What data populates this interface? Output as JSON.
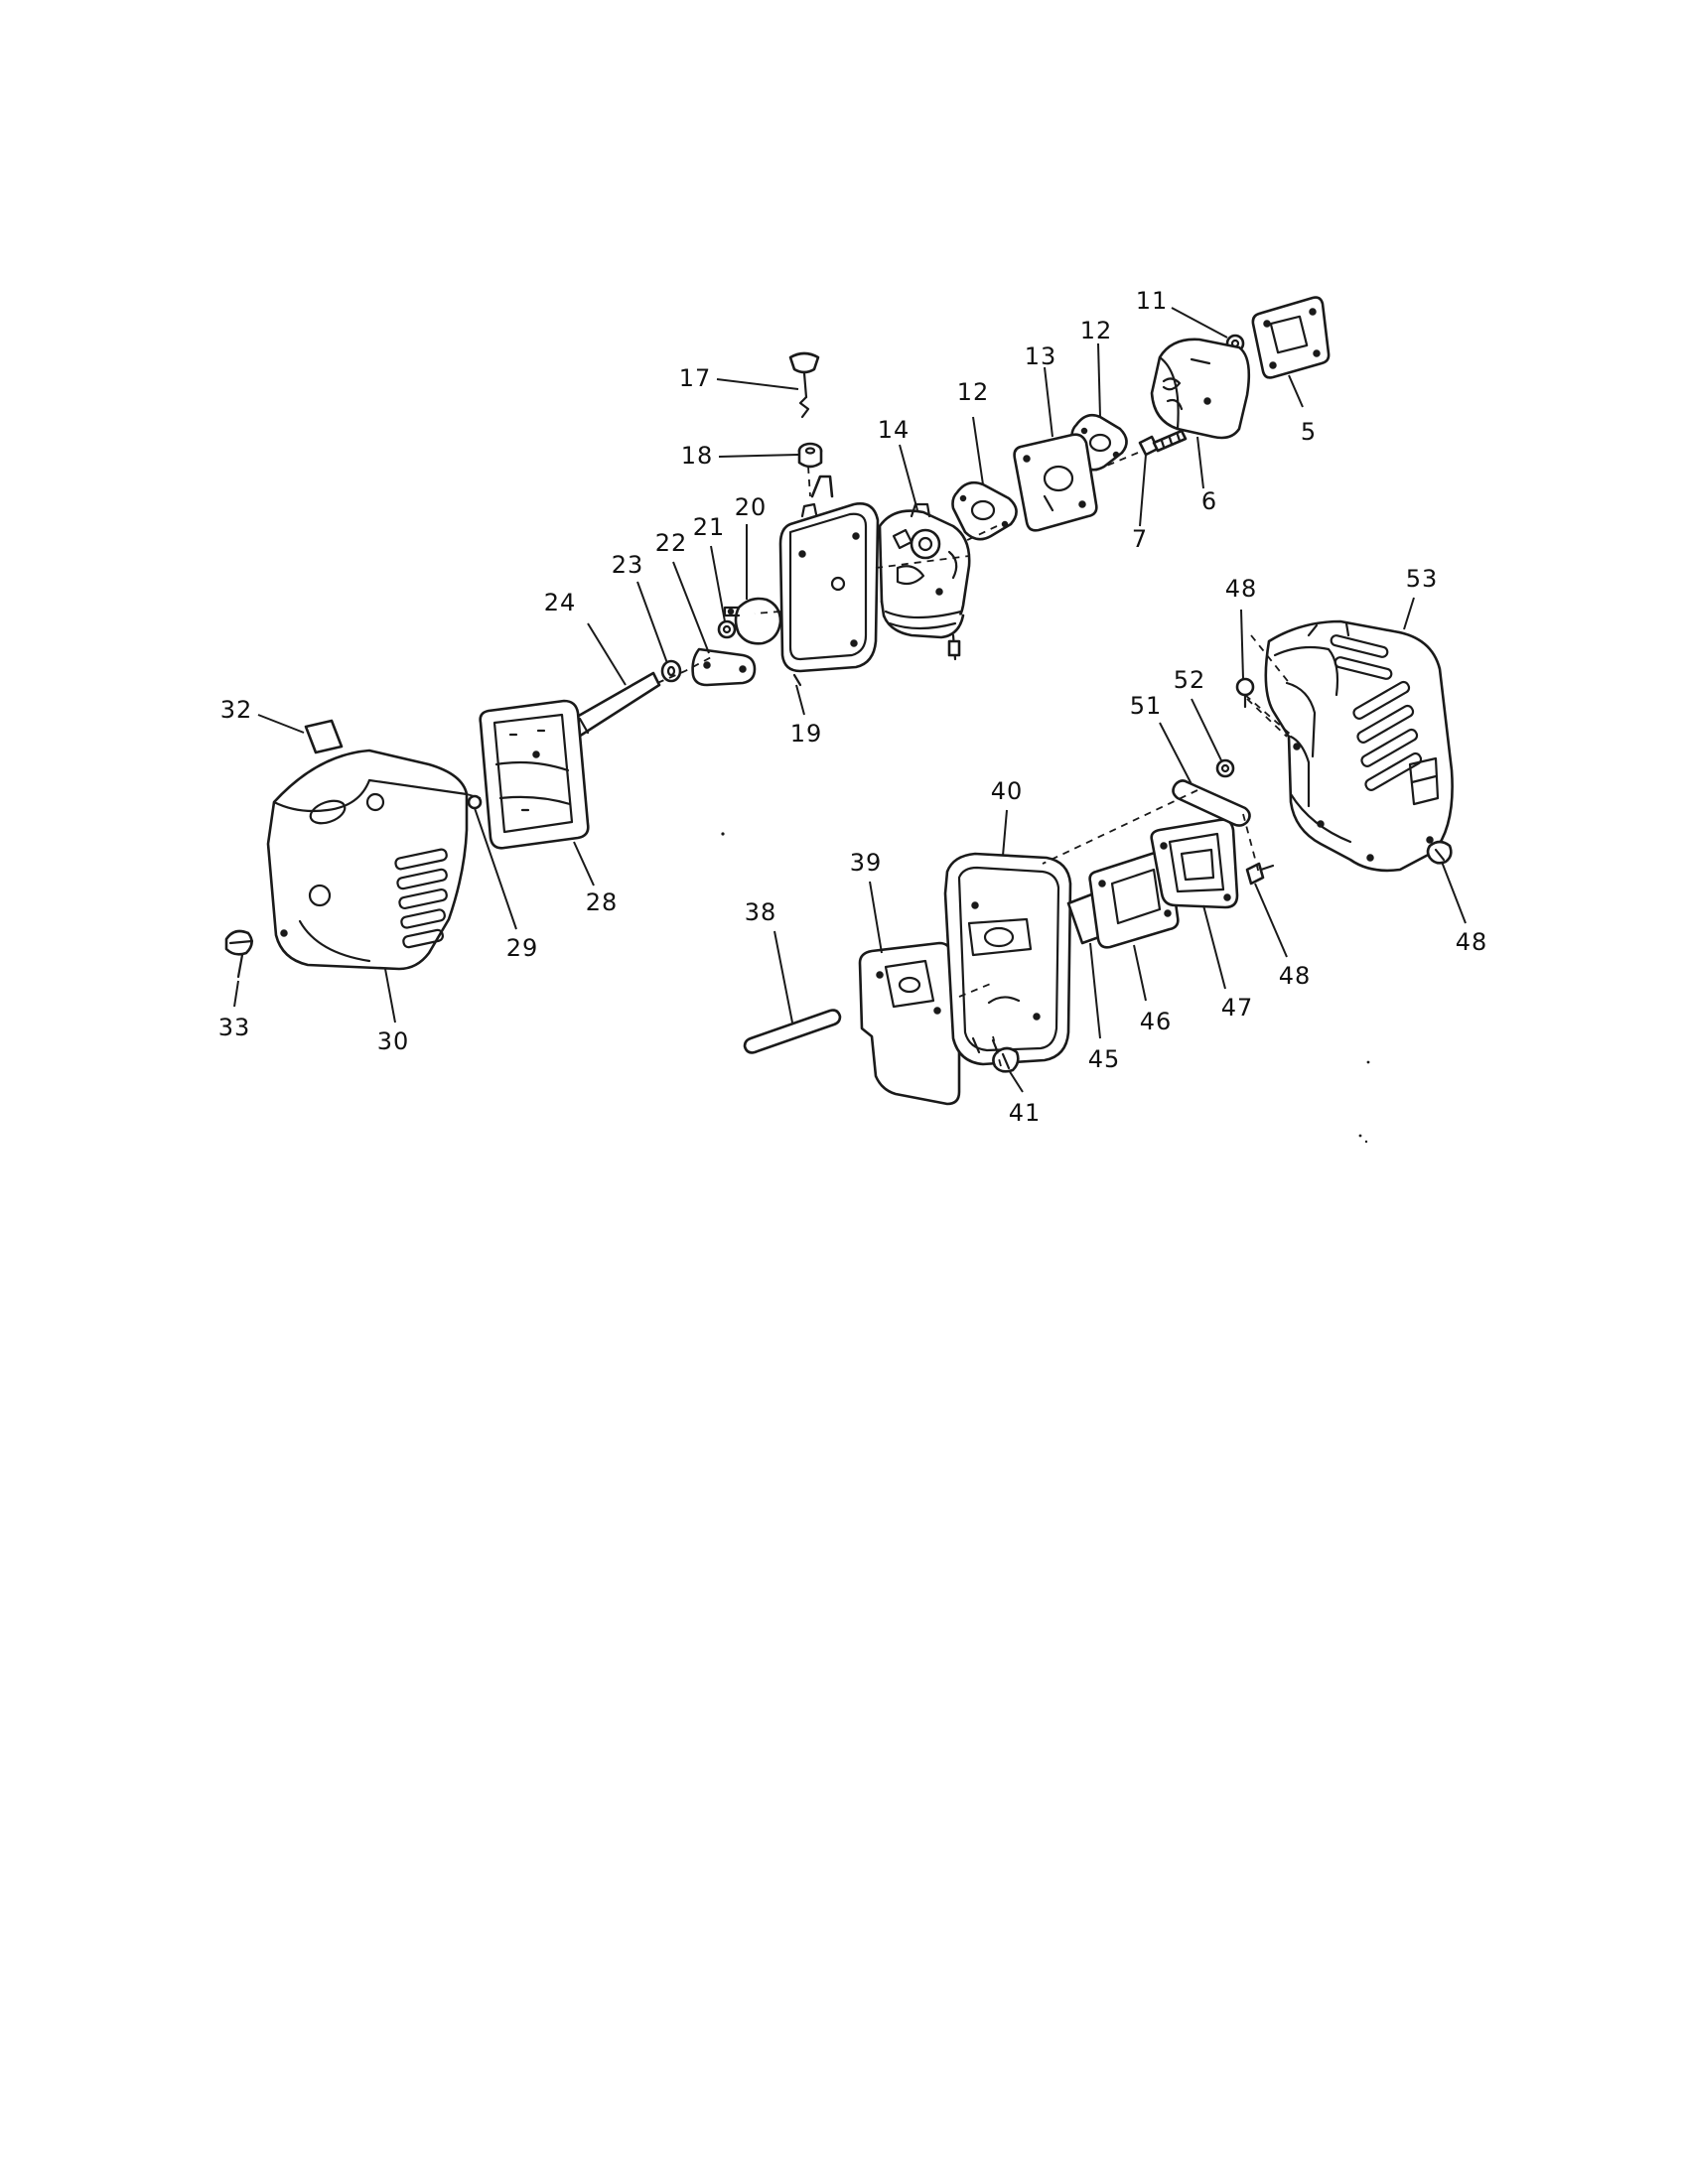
{
  "diagram": {
    "callouts": [
      "11",
      "12",
      "13",
      "12",
      "5",
      "17",
      "18",
      "14",
      "12",
      "6",
      "7",
      "21",
      "20",
      "22",
      "23",
      "24",
      "19",
      "48",
      "53",
      "52",
      "51",
      "32",
      "40",
      "39",
      "28",
      "29",
      "30",
      "33",
      "38",
      "48",
      "48",
      "47",
      "46",
      "45",
      "41"
    ],
    "ink_color": "#1a1a1a",
    "paper_color": "#ffffff"
  }
}
